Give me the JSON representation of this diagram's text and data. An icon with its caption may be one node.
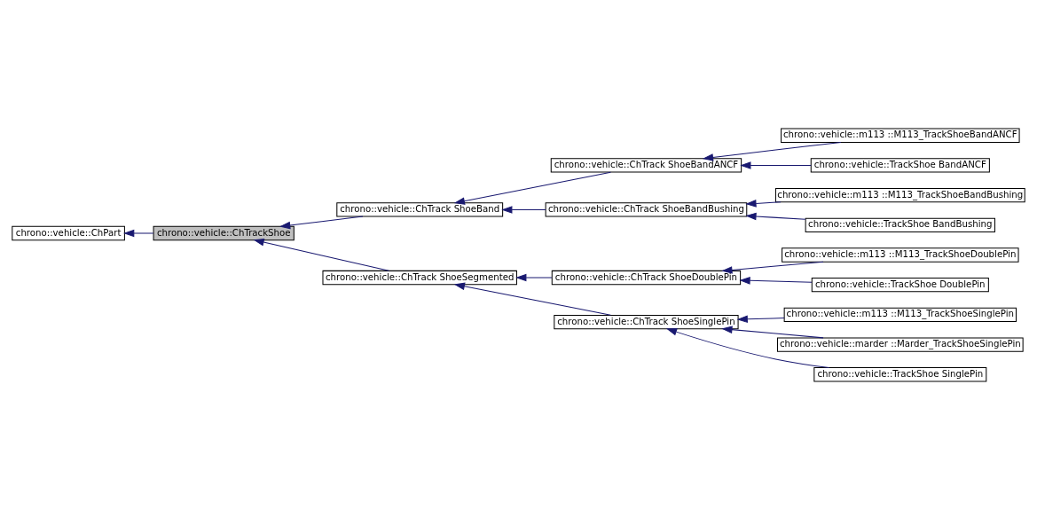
{
  "diagram": {
    "nodes": [
      {
        "text": [
          "chrono::vehicle::ChPart"
        ]
      },
      {
        "text": [
          "chrono::vehicle::ChTrackShoe"
        ]
      },
      {
        "text": [
          "chrono::vehicle::ChTrack ShoeBand"
        ]
      },
      {
        "text": [
          "chrono::vehicle::ChTrack ShoeSegmented"
        ]
      },
      {
        "text": [
          "chrono::vehicle::ChTrack ShoeBandANCF"
        ]
      },
      {
        "text": [
          "chrono::vehicle::ChTrack ShoeBandBushing"
        ]
      },
      {
        "text": [
          "chrono::vehicle::ChTrack ShoeDoublePin"
        ]
      },
      {
        "text": [
          "chrono::vehicle::ChTrack ShoeSinglePin"
        ]
      },
      {
        "text": [
          "chrono::vehicle::m113 ::M113_TrackShoeBandANCF"
        ]
      },
      {
        "text": [
          "chrono::vehicle::TrackShoe BandANCF"
        ]
      },
      {
        "text": [
          "chrono::vehicle::m113 ::M113_TrackShoeBandBushing"
        ]
      },
      {
        "text": [
          "chrono::vehicle::TrackShoe BandBushing"
        ]
      },
      {
        "text": [
          "chrono::vehicle::m113 ::M113_TrackShoeDoublePin"
        ]
      },
      {
        "text": [
          "chrono::vehicle::TrackShoe DoublePin"
        ]
      },
      {
        "text": [
          "chrono::vehicle::m113 ::M113_TrackShoeSinglePin"
        ]
      },
      {
        "text": [
          "chrono::vehicle::marder ::Marder_TrackShoeSinglePin"
        ]
      },
      {
        "text": [
          "chrono::vehicle::TrackShoe SinglePin"
        ]
      }
    ],
    "edges": [
      {
        "from": 1,
        "to": 0,
        "arrow": "to"
      },
      {
        "from": 2,
        "to": 1,
        "arrow": "to"
      },
      {
        "from": 3,
        "to": 1,
        "arrow": "to"
      },
      {
        "from": 4,
        "to": 2,
        "arrow": "to"
      },
      {
        "from": 5,
        "to": 2,
        "arrow": "to"
      },
      {
        "from": 6,
        "to": 3,
        "arrow": "to"
      },
      {
        "from": 7,
        "to": 3,
        "arrow": "to"
      },
      {
        "from": 8,
        "to": 4,
        "arrow": "to"
      },
      {
        "from": 9,
        "to": 4,
        "arrow": "to"
      },
      {
        "from": 10,
        "to": 5,
        "arrow": "to"
      },
      {
        "from": 11,
        "to": 5,
        "arrow": "to"
      },
      {
        "from": 12,
        "to": 6,
        "arrow": "to"
      },
      {
        "from": 13,
        "to": 6,
        "arrow": "to"
      },
      {
        "from": 14,
        "to": 7,
        "arrow": "to"
      },
      {
        "from": 15,
        "to": 7,
        "arrow": "to"
      },
      {
        "from": 16,
        "to": 7,
        "arrow": "to"
      }
    ]
  }
}
